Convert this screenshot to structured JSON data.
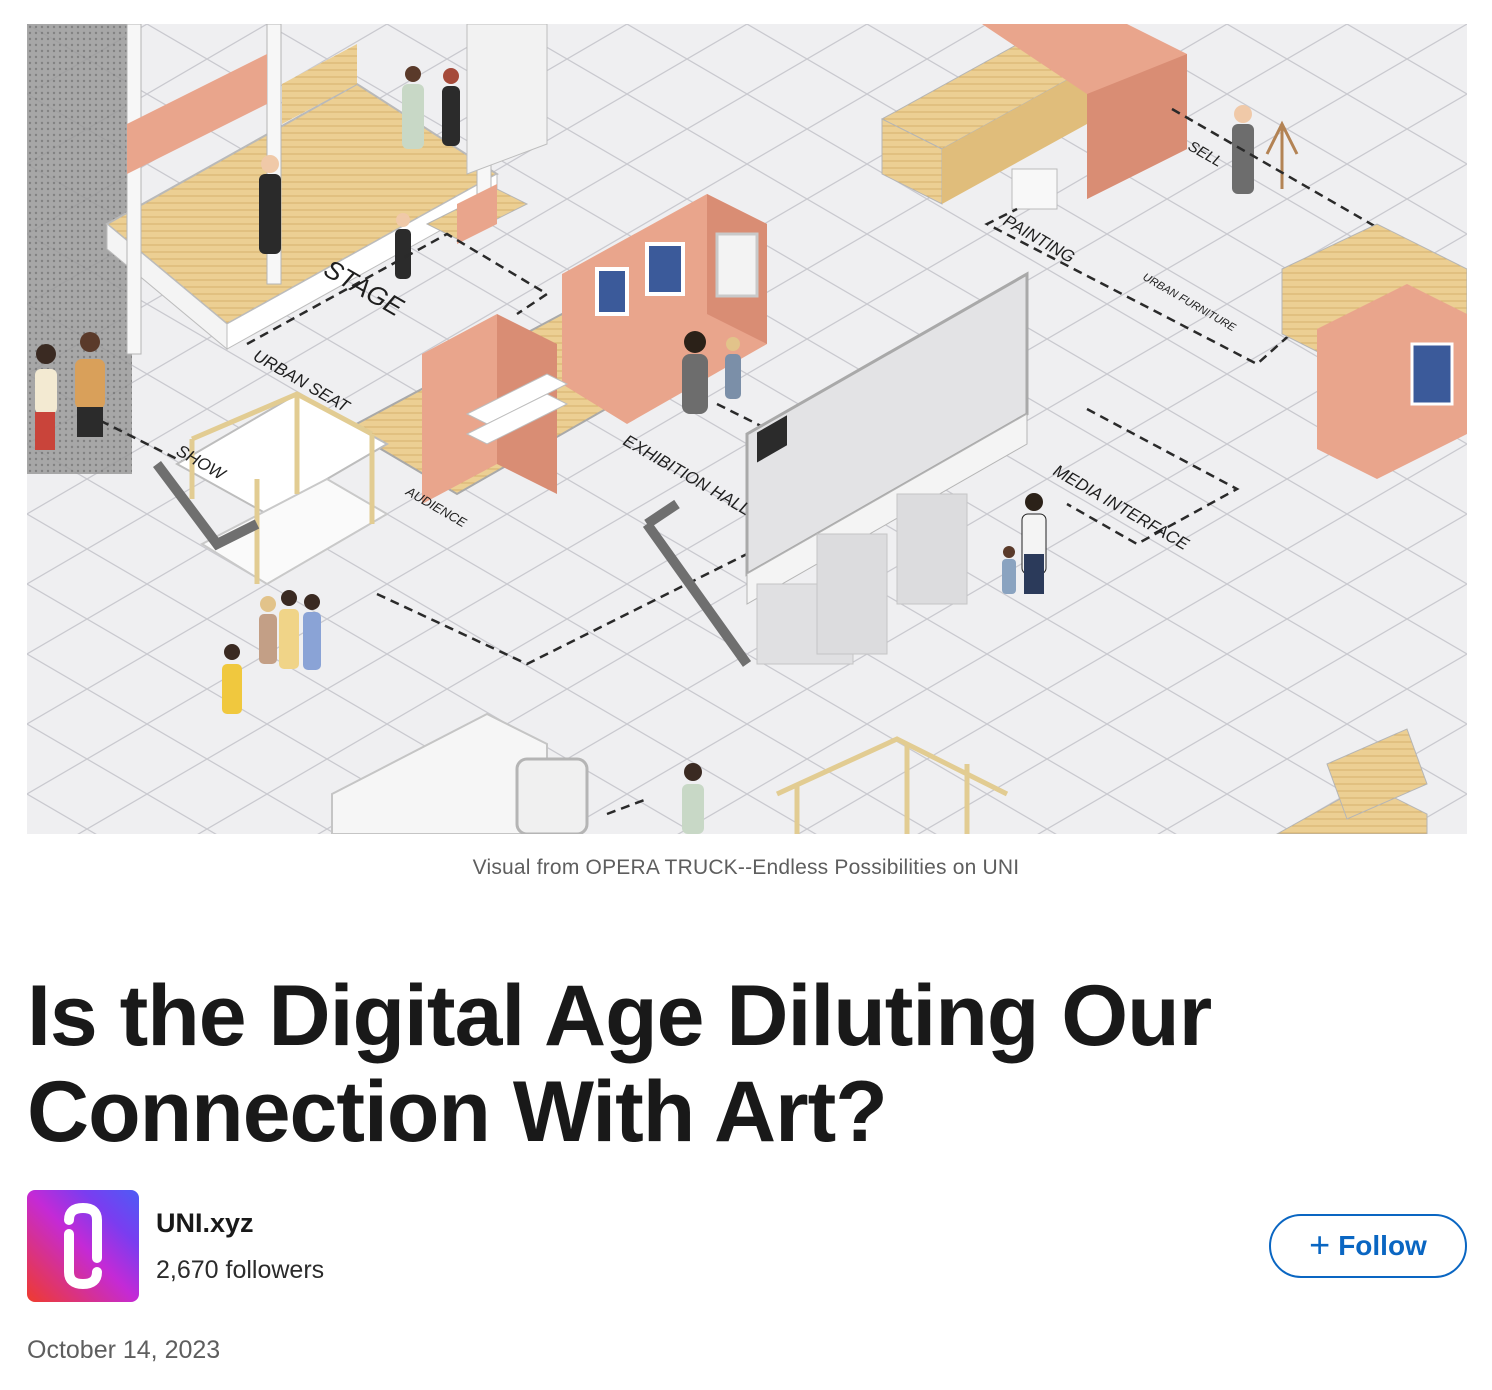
{
  "hero": {
    "labels": {
      "stage": "STAGE",
      "urban_seat": "URBAN SEAT",
      "show": "SHOW",
      "audience": "AUDIENCE",
      "exhibition_hall": "EXHIBITION HALL",
      "painting": "PAINTING",
      "sell": "SELL",
      "urban_furniture": "URBAN FURNITURE",
      "media_interface": "MEDIA INTERFACE"
    }
  },
  "caption": "Visual from OPERA TRUCK--Endless Possibilities on UNI",
  "article": {
    "title": "Is the Digital Age Diluting Our Connection With Art?",
    "date": "October 14, 2023"
  },
  "author": {
    "name": "UNI.xyz",
    "followers": "2,670 followers",
    "follow_label": "Follow",
    "follow_icon": "plus-icon"
  },
  "colors": {
    "accent": "#0a66c2",
    "salmon": "#e9a58c",
    "wood": "#e8c98a"
  }
}
